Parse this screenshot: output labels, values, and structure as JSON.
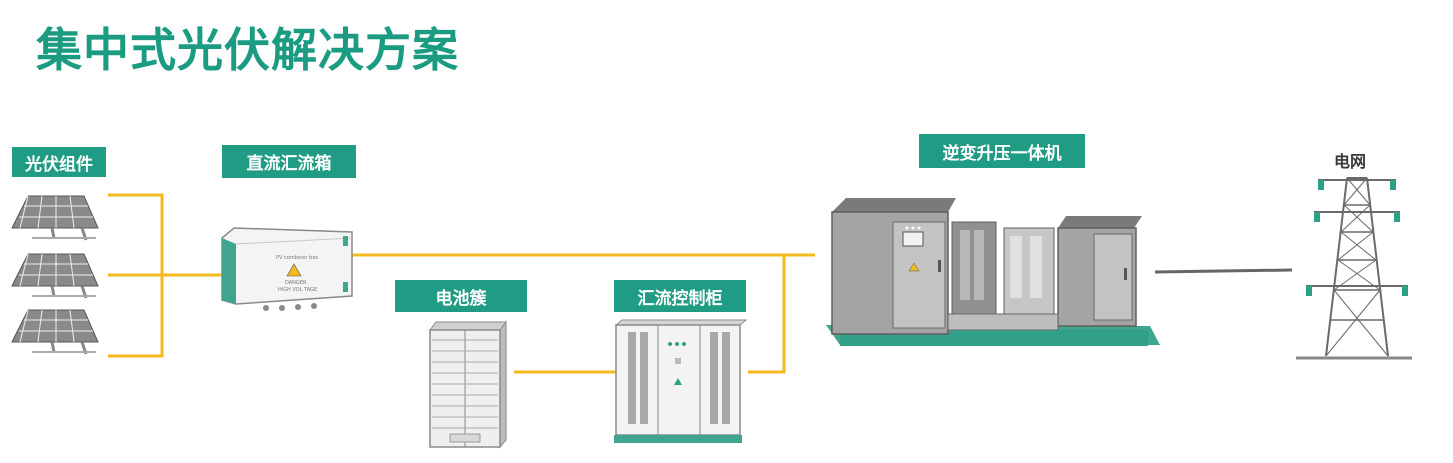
{
  "title": "集中式光伏解决方案",
  "labels": {
    "pv_module": "光伏组件",
    "dc_combiner": "直流汇流箱",
    "battery_cluster": "电池簇",
    "combiner_cabinet": "汇流控制柜",
    "inverter_booster": "逆变升压一体机",
    "grid": "电网"
  },
  "combiner_box_text": {
    "line1": "PV combiner box",
    "line2": "DANGER",
    "line3": "HIGH VOL TAGE"
  },
  "colors": {
    "brand_green": "#1a9b82",
    "label_bg": "#1f9c83",
    "connector_yellow": "#f4b820",
    "equipment_gray": "#9a9a9a"
  }
}
